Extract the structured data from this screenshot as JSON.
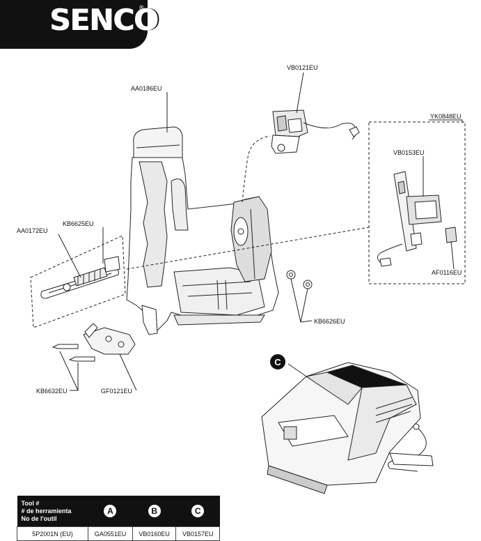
{
  "brand": {
    "logo": "SENCO",
    "registered": "®"
  },
  "parts": {
    "aa0186": "AA0186EU",
    "vb0121": "VB0121EU",
    "yk0848": "YK0848EU",
    "vb0153": "VB0153EU",
    "af0116": "AF0116EU",
    "aa0172": "AA0172EU",
    "kb6625": "KB6625EU",
    "kb6626": "KB6626EU",
    "kb6632": "KB6632EU",
    "gf0121": "GF0121EU"
  },
  "callouts": {
    "charger": "C"
  },
  "table": {
    "header_lines": [
      "Tool #",
      "# de herramienta",
      "No de l'outil"
    ],
    "col_badges": [
      "A",
      "B",
      "C"
    ],
    "rows": [
      [
        "5P2001N (EU)",
        "GA0551EU",
        "VB0160EU",
        "VB0157EU"
      ]
    ]
  }
}
